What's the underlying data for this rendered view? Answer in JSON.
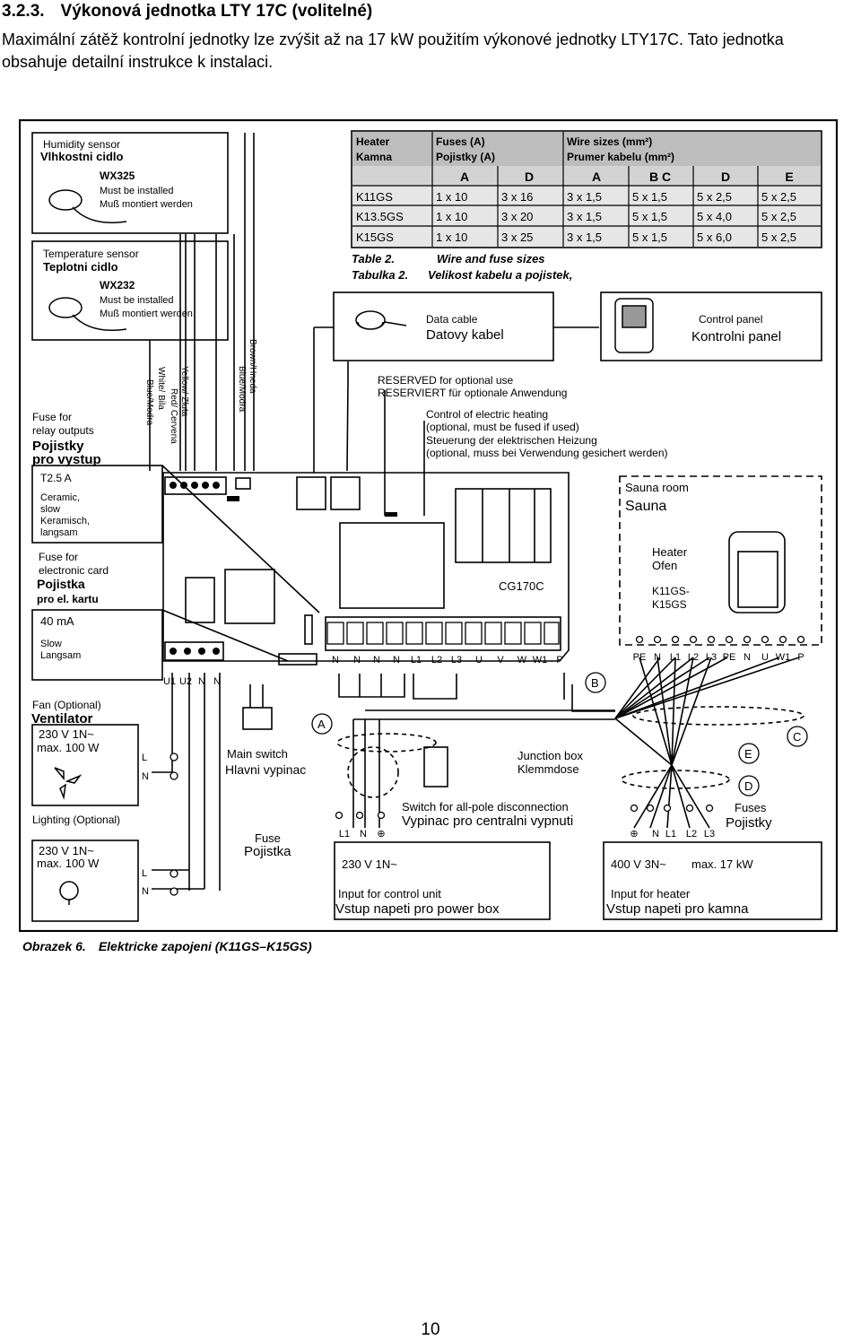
{
  "section": {
    "number": "3.2.3.",
    "title": "Výkonová jednotka LTY 17C (volitelné)"
  },
  "intro": {
    "line1": "Maximální zátěž kontrolní jednotky lze zvýšit až na 17 kW použitím výkonové jednotky LTY17C. Tato jednotka",
    "line2": "obsahuje detailní instrukce k instalaci."
  },
  "figure": {
    "humidity_sensor": {
      "label_en": "Humidity sensor",
      "label_cz": "Vlhkostni cidlo",
      "model": "WX325",
      "note_en": "Must be installed",
      "note_de": "Muß montiert werden"
    },
    "temperature_sensor": {
      "label_en": "Temperature sensor",
      "label_cz": "Teplotni cidlo",
      "model": "WX232",
      "note_en": "Must be installed",
      "note_de": "Muß montiert werden"
    },
    "wire_colors": {
      "brown": "Brown/Hneda",
      "blue1": "Blue/Modra",
      "yellow": "Yellow/ Zluta",
      "red": "Red/ Cervena",
      "white": "White/ Bila",
      "blue2": "Blue/Modra"
    },
    "table": {
      "col_heater_en": "Heater",
      "col_heater_cz": "Kamna",
      "col_fuses_en": "Fuses (A)",
      "col_fuses_cz": "Pojistky (A)",
      "col_wire_en": "Wire sizes (mm²)",
      "col_wire_cz": "Prumer kabelu (mm²)",
      "subheaders": [
        "A",
        "D",
        "A",
        "B C",
        "D",
        "E"
      ],
      "rows": [
        [
          "K11GS",
          "1 x 10",
          "3 x 16",
          "3 x 1,5",
          "5 x 1,5",
          "5 x 2,5",
          "5 x 2,5"
        ],
        [
          "K13.5GS",
          "1 x 10",
          "3 x 20",
          "3 x 1,5",
          "5 x 1,5",
          "5 x 4,0",
          "5 x 2,5"
        ],
        [
          "K15GS",
          "1 x 10",
          "3 x 25",
          "3 x 1,5",
          "5 x 1,5",
          "5 x 6,0",
          "5 x 2,5"
        ]
      ],
      "caption_en_label": "Table 2.",
      "caption_en_text": "Wire and fuse sizes",
      "caption_cz_label": "Tabulka 2.",
      "caption_cz_text": "Velikost kabelu a pojistek,"
    },
    "data_cable": {
      "en": "Data cable",
      "cz": "Datovy kabel"
    },
    "control_panel": {
      "en": "Control panel",
      "cz": "Kontrolni panel"
    },
    "reserved": {
      "en": "RESERVED for optional use",
      "de": "RESERVIERT für optionale Anwendung"
    },
    "control_heating": {
      "en1": "Control of electric heating",
      "en2": "(optional, must be fused if used)",
      "de1": "Steuerung der elektrischen Heizung",
      "de2": "(optional, muss bei Verwendung gesichert werden)"
    },
    "fuse_relay": {
      "en1": "Fuse for",
      "en2": "relay outputs",
      "cz1": "Pojistky",
      "cz2": "pro vystup",
      "rating": "T2.5 A",
      "d1": "Ceramic,",
      "d2": "slow",
      "d3": "Keramisch,",
      "d4": "langsam"
    },
    "fuse_card": {
      "en1": "Fuse for",
      "en2": "electronic card",
      "cz1": "Pojistka",
      "cz2": "pro el. kartu",
      "rating": "40 mA",
      "d1": "Slow",
      "d2": "Langsam"
    },
    "board_label": "CG170C",
    "terminal_labels": [
      "N",
      "N",
      "N",
      "N",
      "L1",
      "L2",
      "L3",
      "U",
      "V",
      "W",
      "W1",
      "P"
    ],
    "board_bottom_labels": [
      "U1",
      "U2",
      "N",
      "N"
    ],
    "sauna_room": {
      "en": "Sauna room",
      "de": "Sauna"
    },
    "heater": {
      "en": "Heater",
      "de": "Ofen",
      "model1": "K11GS-",
      "model2": "K15GS"
    },
    "heater_terminals": [
      "PE",
      "N",
      "L1",
      "L2",
      "L3",
      "PE",
      "N",
      "U",
      "W1",
      "P"
    ],
    "fan": {
      "en": "Fan (Optional)",
      "cz": "Ventilator",
      "spec1": "230 V 1N~",
      "spec2": "max. 100 W",
      "l": "L",
      "n": "N"
    },
    "lighting": {
      "en": "Lighting (Optional)",
      "spec1": "230 V 1N~",
      "spec2": "max. 100 W",
      "l": "L",
      "n": "N"
    },
    "main_switch": {
      "en": "Main switch",
      "cz": "Hlavni vypinac"
    },
    "junction_box": {
      "en": "Junction box",
      "de": "Klemmdose"
    },
    "switch_disconnect": {
      "en": "Switch for all-pole disconnection",
      "cz": "Vypinac pro centralni vypnuti"
    },
    "fuse": {
      "en": "Fuse",
      "cz": "Pojistka"
    },
    "fuses": {
      "en": "Fuses",
      "cz": "Pojistky"
    },
    "input_control": {
      "spec": "230 V 1N~",
      "en": "Input for control unit",
      "cz": "Vstup napeti pro power box",
      "terms": [
        "L1",
        "N",
        "⊕"
      ]
    },
    "input_heater": {
      "spec": "400 V 3N~",
      "max": "max. 17 kW",
      "en": "Input for heater",
      "cz": "Vstup napeti pro kamna",
      "terms": [
        "⊕",
        "N",
        "L1",
        "L2",
        "L3"
      ]
    },
    "markers": [
      "A",
      "B",
      "C",
      "D",
      "E"
    ]
  },
  "caption": {
    "label": "Obrazek 6.",
    "text": "Elektricke zapojeni (K11GS–K15GS)"
  },
  "page_number": "10"
}
